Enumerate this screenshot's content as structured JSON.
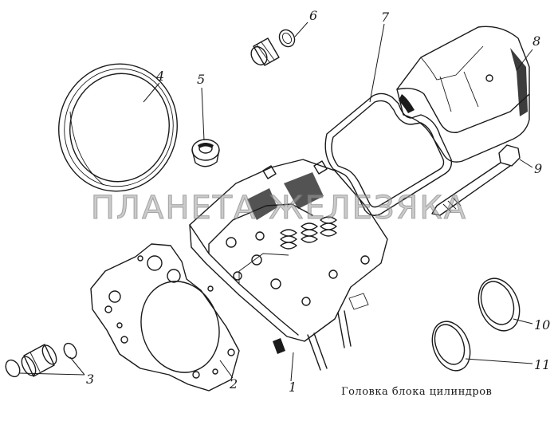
{
  "watermark": "ПЛАНЕТА ЖЕЛЕЗЯКА",
  "caption": "Головка блока цилиндров",
  "callouts": {
    "c1": "1",
    "c2": "2",
    "c3": "3",
    "c4": "4",
    "c5": "5",
    "c6": "6",
    "c7": "7",
    "c8": "8",
    "c9": "9",
    "c10": "10",
    "c11": "11"
  }
}
